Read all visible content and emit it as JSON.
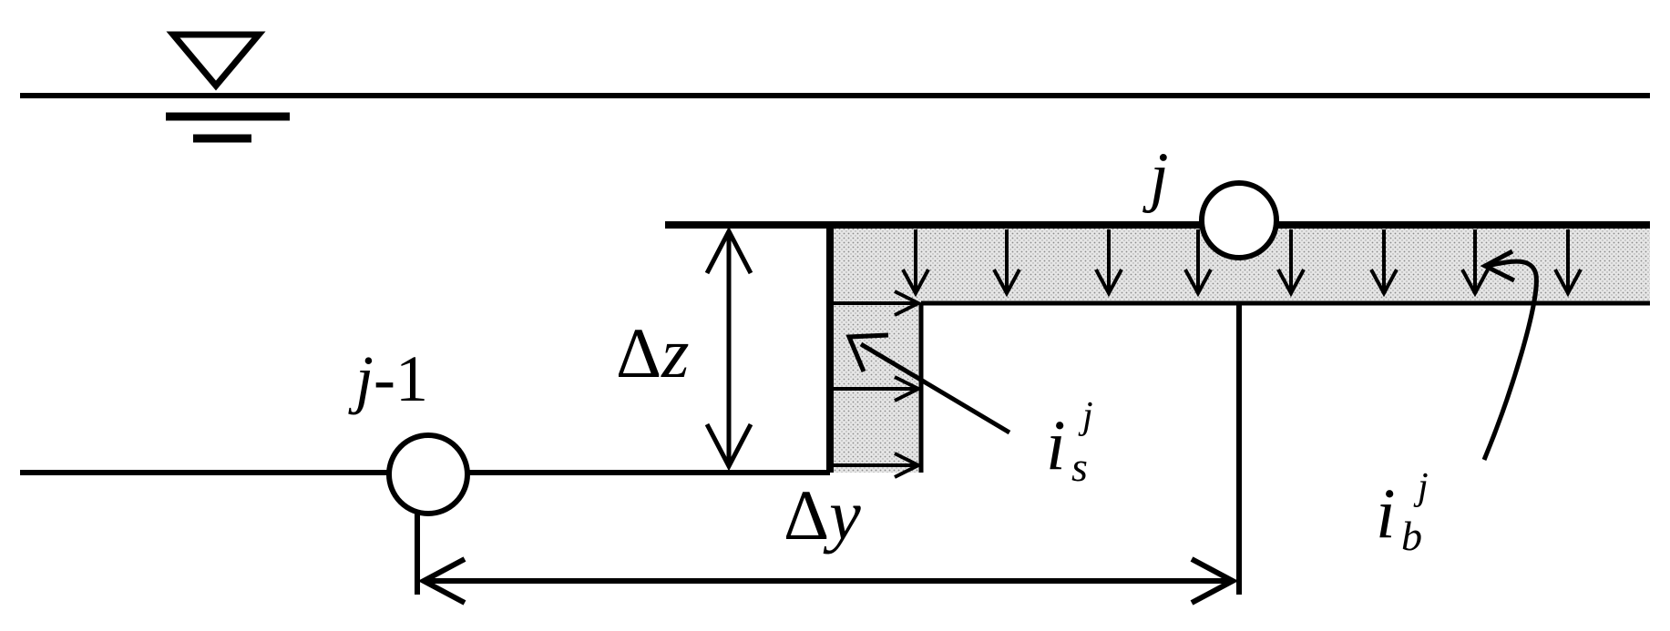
{
  "labels": {
    "node_upper": "j",
    "node_lower_j": "j",
    "node_lower_rest": "-1",
    "delta": "Δ",
    "dz_var": "z",
    "dy_var": "y",
    "is_base": "i",
    "is_sub": "s",
    "is_sup": "j",
    "ib_base": "i",
    "ib_sub": "b",
    "ib_sup": "j"
  },
  "colors": {
    "ink": "#000000",
    "hatch_fill": "#d4d4d4",
    "background": "#ffffff"
  },
  "icons": {
    "water_level": "water-level-icon"
  }
}
